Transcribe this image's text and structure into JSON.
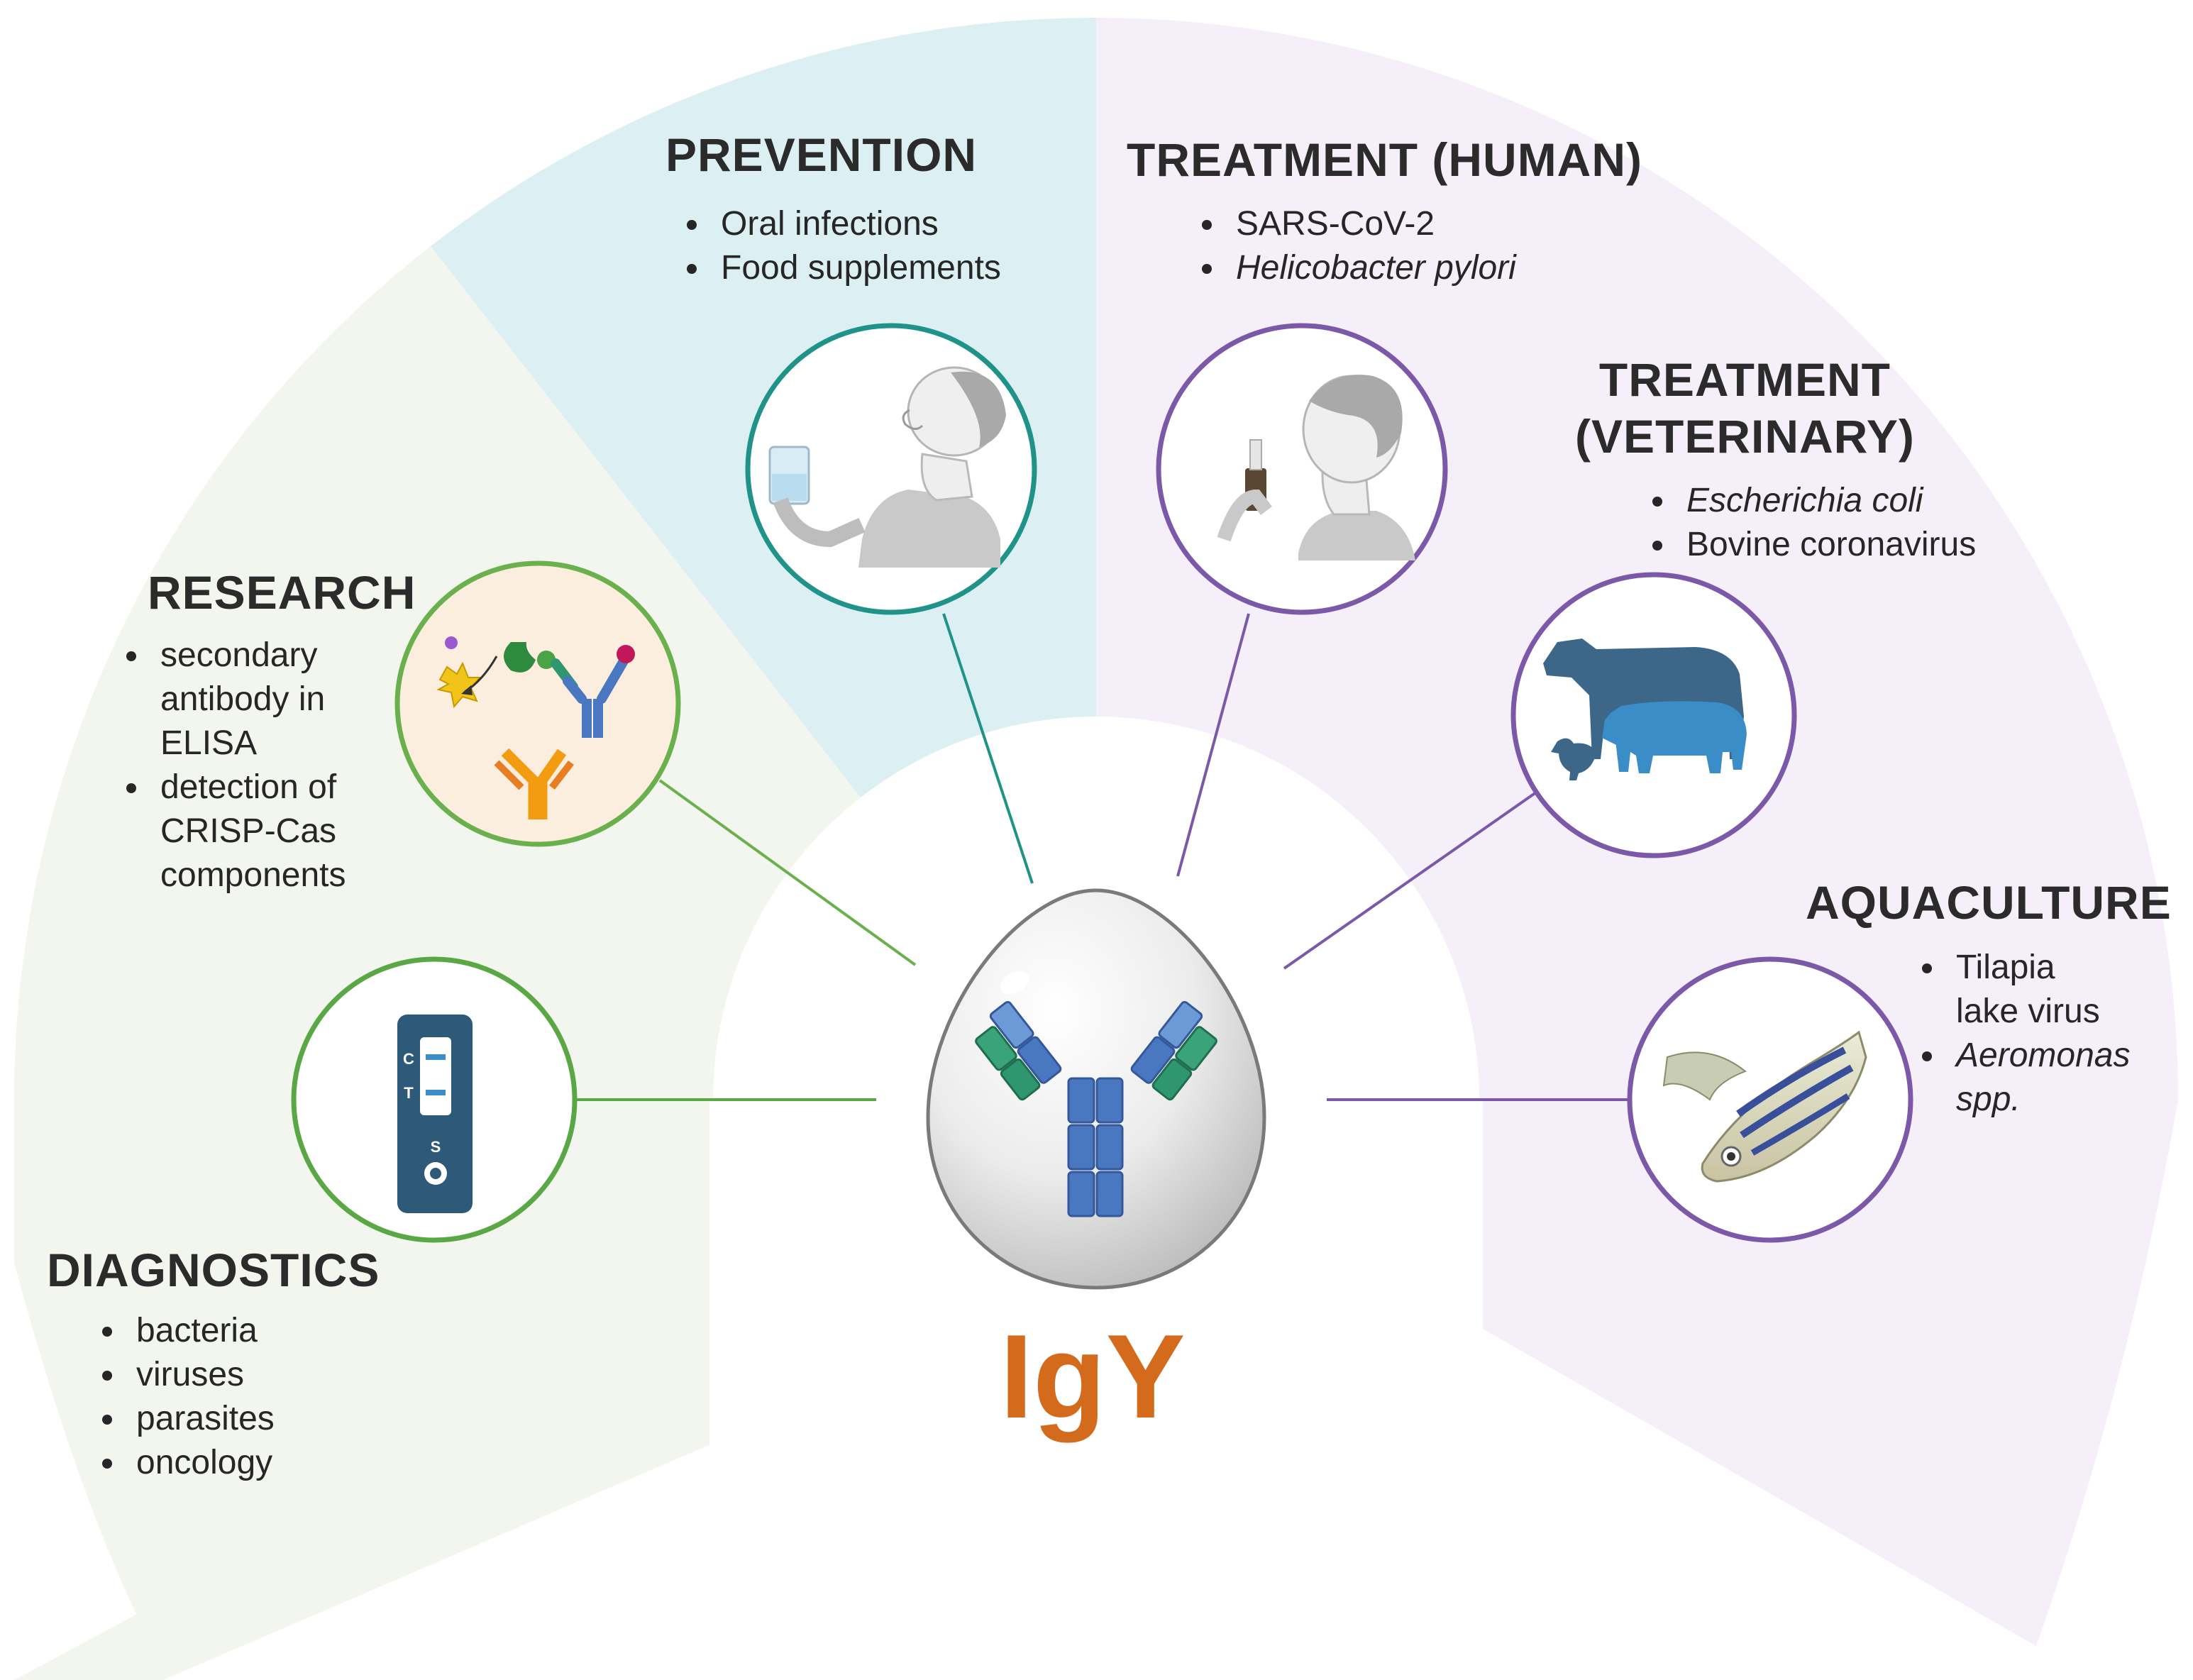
{
  "colors": {
    "diagnostics_bg": "#f3f6ef",
    "prevention_bg": "#dcf0f3",
    "treatment_bg": "#f4eff8",
    "research_ring": "#6ab04c",
    "diagnostics_ring": "#5aa845",
    "prevention_ring": "#1f938a",
    "treatment_ring": "#7c58a8",
    "research_fill": "#fbeede",
    "igy_text": "#d46a1c",
    "antibody_blue": "#4a78c0",
    "antibody_green": "#2f9670",
    "animal_dark": "#3d6788",
    "animal_light": "#3a8dc6"
  },
  "center_label": "IgY",
  "sections": {
    "prevention": {
      "title": "PREVENTION",
      "items": [
        "Oral infections",
        "Food supplements"
      ],
      "icon": "person-drinking-icon"
    },
    "treatment_human": {
      "title": "TREATMENT (HUMAN)",
      "items": [
        "SARS-CoV-2",
        "Helicobacter pylori"
      ],
      "icon": "person-nasal-spray-icon"
    },
    "treatment_veterinary": {
      "title_lines": [
        "TREATMENT",
        "(VETERINARY)"
      ],
      "items": [
        "Escherichia coli",
        "Bovine coronavirus"
      ],
      "icon": "farm-animals-icon"
    },
    "research": {
      "title": "RESEARCH",
      "items": [
        "secondary",
        "antibody in",
        "ELISA",
        "detection of",
        "CRISP-Cas",
        "components"
      ],
      "icon": "antibody-elisa-icon"
    },
    "aquaculture": {
      "title": "AQUACULTURE",
      "items": [
        "Tilapia",
        "lake virus",
        "Aeromonas",
        "spp."
      ],
      "icon": "zebrafish-icon"
    },
    "diagnostics": {
      "title": "DIAGNOSTICS",
      "items": [
        "bacteria",
        "viruses",
        "parasites",
        "oncology"
      ],
      "icon": "lateral-flow-test-icon",
      "test_labels": [
        "C",
        "T",
        "S"
      ]
    }
  }
}
